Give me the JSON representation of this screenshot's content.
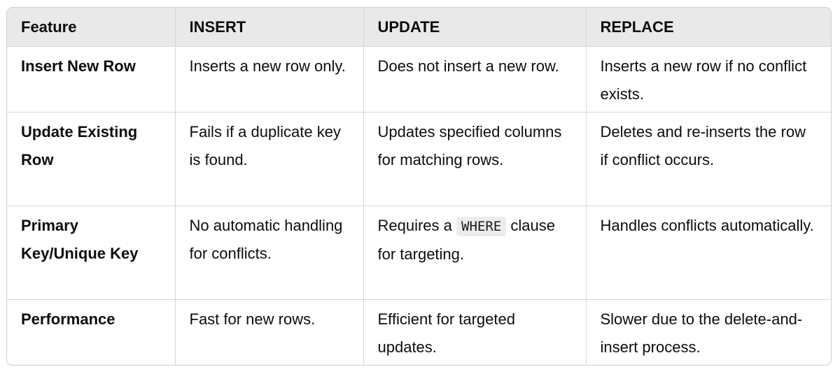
{
  "headers": [
    "Feature",
    "INSERT",
    "UPDATE",
    "REPLACE"
  ],
  "rows": [
    {
      "feature": "Insert New Row",
      "insert": "Inserts a new row only.",
      "update": "Does not insert a new row.",
      "replace": "Inserts a new row if no conflict exists."
    },
    {
      "feature": "Update Existing Row",
      "insert": "Fails if a duplicate key is found.",
      "update": "Updates specified columns for matching rows.",
      "replace": "Deletes and re-inserts the row if conflict occurs."
    },
    {
      "feature": "Primary Key/Unique Key",
      "insert": "No automatic handling for conflicts.",
      "update_prefix": "Requires a",
      "update_code": "WHERE",
      "update_suffix": "clause for targeting.",
      "replace": "Handles conflicts automatically."
    },
    {
      "feature": "Performance",
      "insert": "Fast for new rows.",
      "update": "Efficient for targeted updates.",
      "replace": "Slower due to the delete-and-insert process."
    }
  ]
}
